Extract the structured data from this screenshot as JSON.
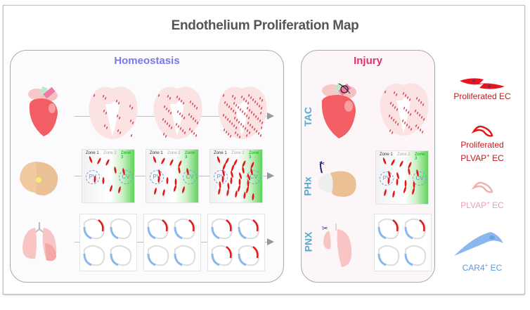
{
  "title": "Endothelium Proliferation Map",
  "panels": {
    "homeostasis": {
      "title": "Homeostasis",
      "rows": [
        {
          "organ": "heart",
          "stages": 3
        },
        {
          "organ": "liver",
          "stages": 3
        },
        {
          "organ": "lung",
          "stages": 3
        }
      ]
    },
    "injury": {
      "title": "Injury",
      "rows": [
        {
          "label": "TAC",
          "organ": "heart"
        },
        {
          "label": "PHx",
          "organ": "liver"
        },
        {
          "label": "PNX",
          "organ": "lung"
        }
      ]
    }
  },
  "liver_zone": {
    "zone1": "Zone 1",
    "zone2": "Zone 2",
    "zone3": "Zone 3",
    "pv": "PV",
    "cv": "CV"
  },
  "legend": [
    {
      "label": "Proliferated EC",
      "color": "#e8141c"
    },
    {
      "label_line1": "Proliferated",
      "label_line2": "PLVAP",
      "sup": "+",
      "suffix": " EC",
      "color": "#d21a1a"
    },
    {
      "label": "PLVAP",
      "sup": "+",
      "suffix": " EC",
      "color": "#eba3b3"
    },
    {
      "label": "CAR4",
      "sup": "+",
      "suffix": " EC",
      "color": "#6aa3e0"
    }
  ],
  "colors": {
    "homeostasis_title": "#7b78e6",
    "injury_title": "#e0316f",
    "injury_labels": "#55aacc",
    "proliferated": "#e8141c"
  }
}
